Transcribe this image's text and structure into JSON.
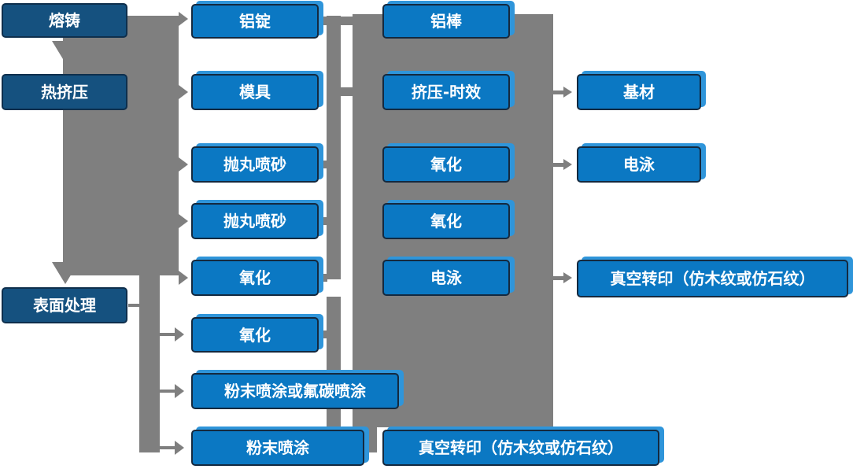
{
  "diagram": {
    "nodes": {
      "melting_casting": {
        "label": "熔铸"
      },
      "hot_extrusion": {
        "label": "热挤压"
      },
      "surface_treatment": {
        "label": "表面处理"
      },
      "aluminum_ingot": {
        "label": "铝锭"
      },
      "mold": {
        "label": "模具"
      },
      "shot_blasting_1": {
        "label": "抛丸喷砂"
      },
      "shot_blasting_2": {
        "label": "抛丸喷砂"
      },
      "oxidation_2a": {
        "label": "氧化"
      },
      "oxidation_2b": {
        "label": "氧化"
      },
      "powder_or_fluorocarbon": {
        "label": "粉末喷涂或氟碳喷涂"
      },
      "powder_coating": {
        "label": "粉末喷涂"
      },
      "aluminum_rod": {
        "label": "铝棒"
      },
      "extrusion_aging": {
        "label": "挤压-时效"
      },
      "oxidation_3a": {
        "label": "氧化"
      },
      "oxidation_3b": {
        "label": "氧化"
      },
      "electrophoresis_3": {
        "label": "电泳"
      },
      "vacuum_transfer_bottom": {
        "label": "真空转印（仿木纹或仿石纹）"
      },
      "substrate": {
        "label": "基材"
      },
      "electrophoresis_4": {
        "label": "电泳"
      },
      "vacuum_transfer_right": {
        "label": "真空转印（仿木纹或仿石纹）"
      }
    },
    "colors": {
      "stage_box_fill": "#15517F",
      "process_box_fill": "#0B78C3",
      "box_border": "#14293F",
      "box_highlight_shadow": "#2F95DA",
      "connector_gray": "#7F7F7F",
      "text": "#FFFFFF"
    }
  }
}
